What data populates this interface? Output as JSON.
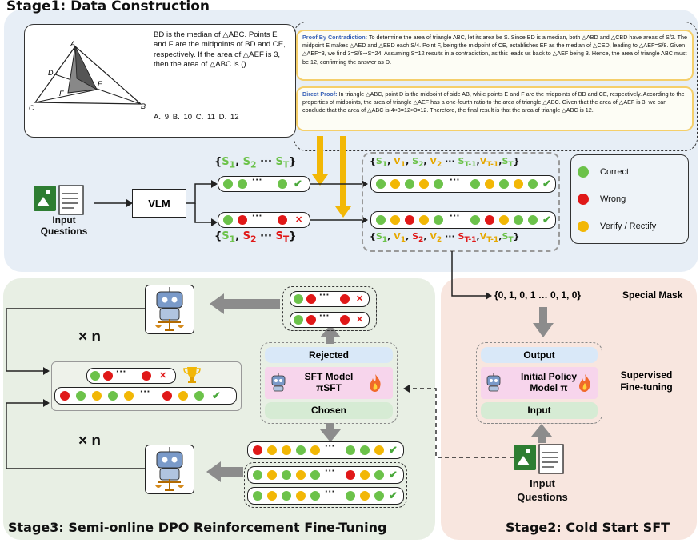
{
  "stage1": {
    "title": "Stage1: Data Construction"
  },
  "stage2": {
    "title": "Stage2: Cold Start SFT"
  },
  "stage3": {
    "title": "Stage3: Semi-online DPO Reinforcement Fine-Tuning"
  },
  "problem": {
    "figure_labels": [
      "A",
      "B",
      "C",
      "D",
      "E",
      "F"
    ],
    "text": "BD is the median of △ABC. Points E and F are the midpoints of BD and CE, respectively. If the area of △AEF is 3, then the area of △ABC is ().",
    "options": "A. 9   B. 10   C. 11   D. 12"
  },
  "proofs": {
    "contradiction_title": "Proof By Contradiction:",
    "contradiction_text": "To determine the area of triangle ABC, let its area be S. Since BD is a median, both △ABD and △CBD have areas of S/2. The midpoint E makes △AED and △EBD each S/4. Point F, being the midpoint of CE, establishes EF as the median of △CED, leading to △AEF=S/8. Given △AEF=3, we find 3=S/8⇒S=24. Assuming S=12 results in a contradiction, as this leads us back to △AEF being 3. Hence, the area of triangle ABC must be 12, confirming the answer as D.",
    "direct_title": "Direct Proof:",
    "direct_text": "In triangle △ABC, point D is the midpoint of side AB, while points E and F are the midpoints of BD and CE, respectively. According to the properties of midpoints, the area of triangle △AEF has a one-fourth ratio to the area of triangle △ABC. Given that the area of △AEF is 3, we can conclude that the area of △ABC is 4×3=12×3=12. Therefore, the final result is that the area of triangle △ABC is 12."
  },
  "input_questions": "Input Questions",
  "vlm": "VLM",
  "seq_labels": {
    "top_left": "{S1, S2 ··· ST}",
    "bottom_left": "{S1, S2 ··· ST}",
    "top_right": "{S1, V1, S2, V2  ···  ST-1,VT-1,ST}",
    "bottom_right": "{S1, V1, S2, V2  ···  ST-1,VT-1,ST}"
  },
  "legend": {
    "correct": "Correct",
    "wrong": "Wrong",
    "verify": "Verify / Rectify"
  },
  "stage2_panel": {
    "mask": "{0, 1, 0, 1 … 0, 1, 0}",
    "special_mask": "Special Mask",
    "output": "Output",
    "model_line1": "Initial Policy",
    "model_line2": "Model π",
    "input": "Input",
    "sft_label_1": "Supervised",
    "sft_label_2": "Fine-tuning",
    "input_q_1": "Input",
    "input_q_2": "Questions"
  },
  "stage3_panel": {
    "rejected": "Rejected",
    "sft_model": "SFT Model",
    "pi_sft": "πSFT",
    "chosen": "Chosen",
    "times_n": "× n"
  },
  "colors": {
    "correct": "#6cc24a",
    "wrong": "#e01818",
    "verify": "#f2b705",
    "arrow": "#f2b705",
    "grey_arrow": "#8c8c8c"
  }
}
